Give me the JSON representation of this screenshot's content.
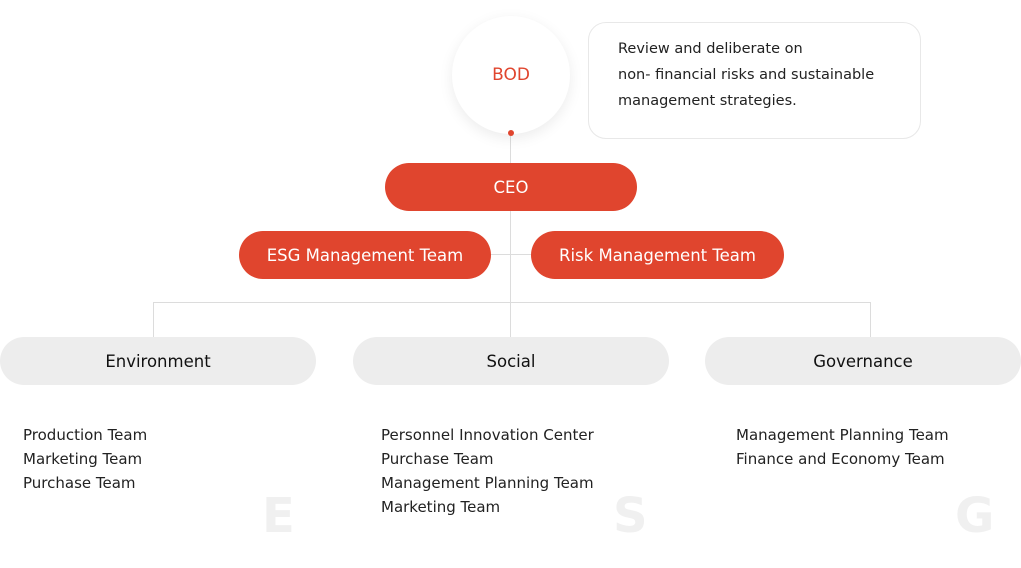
{
  "bod": {
    "label": "BOD",
    "description": [
      "Review and deliberate on",
      "non- financial risks and sustainable",
      "management strategies."
    ]
  },
  "ceo": {
    "label": "CEO"
  },
  "support_teams": [
    "ESG Management Team",
    "Risk Management Team"
  ],
  "pillars": [
    {
      "label": "Environment",
      "letter": "E",
      "teams": [
        "Production Team",
        "Marketing Team",
        "Purchase Team"
      ]
    },
    {
      "label": "Social",
      "letter": "S",
      "teams": [
        "Personnel Innovation Center",
        "Purchase Team",
        "Management Planning Team",
        "Marketing Team"
      ]
    },
    {
      "label": "Governance",
      "letter": "G",
      "teams": [
        "Management Planning Team",
        "Finance and Economy Team"
      ]
    }
  ],
  "colors": {
    "accent": "#e0452e",
    "pill_gray": "#ededed"
  }
}
